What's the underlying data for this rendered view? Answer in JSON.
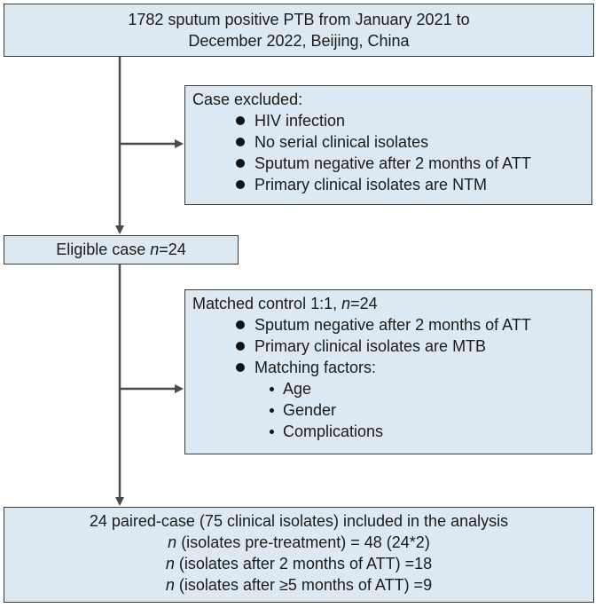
{
  "boxes": {
    "top": {
      "line1": "1782 sputum positive PTB from January 2021 to",
      "line2": "December 2022, Beijing, China"
    },
    "excluded": {
      "title": "Case excluded:",
      "items": [
        "HIV infection",
        "No serial clinical isolates",
        "Sputum negative after 2 months of ATT",
        "Primary clinical isolates are NTM"
      ]
    },
    "eligible": {
      "prefix": "Eligible case ",
      "n": "n",
      "suffix": "=24"
    },
    "control": {
      "title_prefix": "Matched control 1:1, ",
      "n": "n",
      "title_suffix": "=24",
      "items": [
        "Sputum negative after 2 months of ATT",
        "Primary clinical isolates are MTB",
        "Matching factors:"
      ],
      "subitems": [
        "Age",
        "Gender",
        "Complications"
      ]
    },
    "final": {
      "line1": "24 paired-case (75 clinical isolates) included in the analysis",
      "n": "n",
      "line2": " (isolates pre-treatment) = 48 (24*2)",
      "line3": " (isolates after 2 months of ATT) =18",
      "line4": " (isolates after ≥5 months of ATT) =9"
    }
  },
  "colors": {
    "box_fill": "#dde9f2",
    "border": "#3a3a3a",
    "arrow": "#4a4a4a"
  }
}
